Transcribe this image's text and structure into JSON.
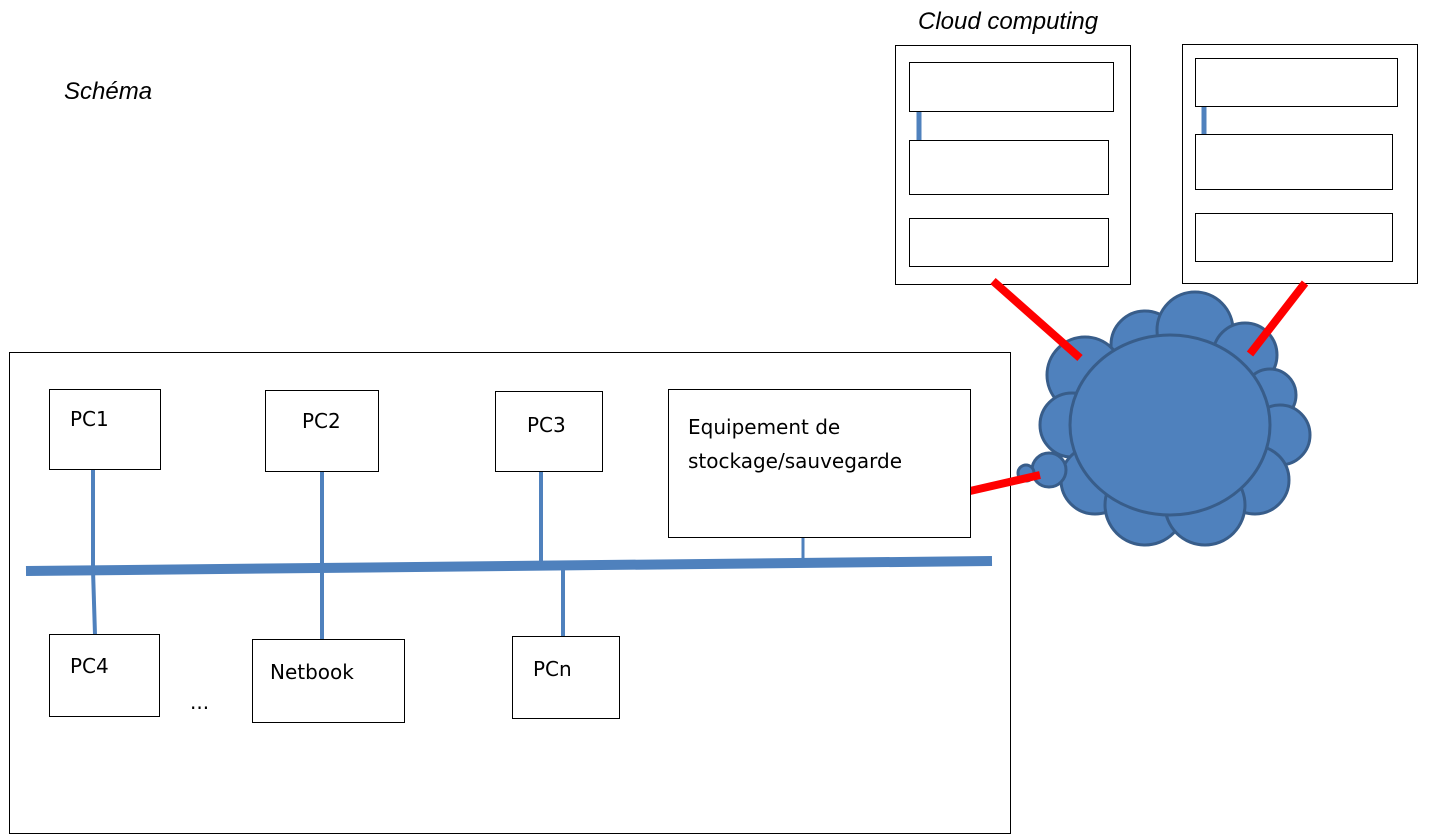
{
  "titles": {
    "schema": "Schéma",
    "cloud": "Cloud computing"
  },
  "lan": {
    "devices": {
      "pc1": "PC1",
      "pc2": "PC2",
      "pc3": "PC3",
      "pc4": "PC4",
      "netbook": "Netbook",
      "pcn": "PCn",
      "ellipsis": "..."
    },
    "storage": {
      "line1": "Equipement de",
      "line2": "stockage/sauvegarde"
    }
  },
  "colors": {
    "lan_link": "#4f81bd",
    "cloud_fill": "#4f81bd",
    "cloud_stroke": "#385d8a",
    "internet_link": "#ff0000"
  }
}
